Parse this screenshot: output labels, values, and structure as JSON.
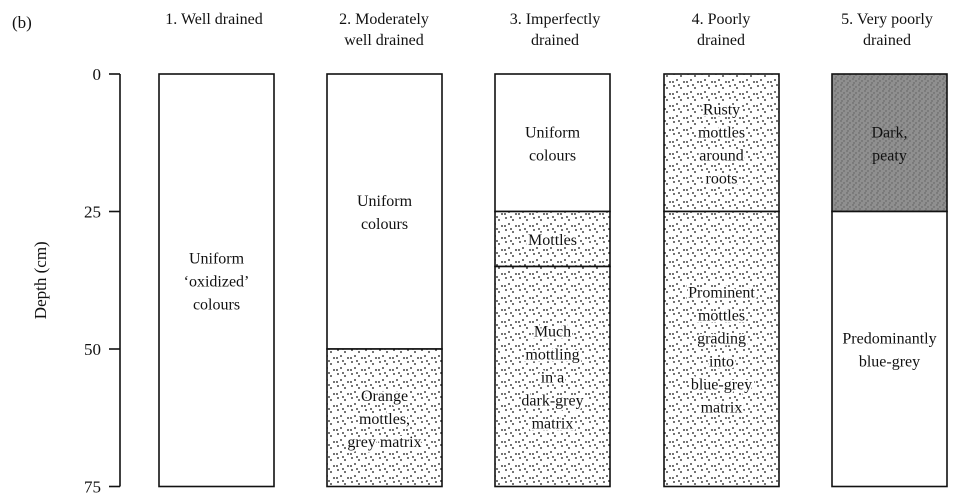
{
  "panel_label": "(b)",
  "axis": {
    "ylabel": "Depth (cm)",
    "ticks": [
      "0",
      "25",
      "50",
      "75"
    ]
  },
  "columns": [
    {
      "heading": [
        "1. Well drained"
      ],
      "layers": [
        {
          "from": 0,
          "to": 75,
          "pattern": "plain",
          "text": [
            "Uniform",
            "‘oxidized’",
            "colours"
          ]
        }
      ]
    },
    {
      "heading": [
        "2. Moderately",
        "well drained"
      ],
      "layers": [
        {
          "from": 0,
          "to": 50,
          "pattern": "plain",
          "text": [
            "Uniform",
            "colours"
          ]
        },
        {
          "from": 50,
          "to": 75,
          "pattern": "dotted",
          "text": [
            "Orange",
            "mottles,",
            "grey matrix"
          ]
        }
      ]
    },
    {
      "heading": [
        "3. Imperfectly",
        "drained"
      ],
      "layers": [
        {
          "from": 0,
          "to": 25,
          "pattern": "plain",
          "text": [
            "Uniform",
            "colours"
          ]
        },
        {
          "from": 25,
          "to": 35,
          "pattern": "dotted",
          "text": [
            "Mottles"
          ]
        },
        {
          "from": 35,
          "to": 75,
          "pattern": "dotted",
          "text": [
            "Much",
            "mottling",
            "in a",
            "dark-grey",
            "matrix"
          ]
        }
      ]
    },
    {
      "heading": [
        "4. Poorly",
        "drained"
      ],
      "layers": [
        {
          "from": 0,
          "to": 25,
          "pattern": "dotted",
          "text": [
            "Rusty",
            "mottles",
            "around",
            "roots"
          ]
        },
        {
          "from": 25,
          "to": 75,
          "pattern": "dotted",
          "text": [
            "Prominent",
            "mottles",
            "grading",
            "into",
            "blue-grey",
            "matrix"
          ]
        }
      ]
    },
    {
      "heading": [
        "5. Very poorly",
        "drained"
      ],
      "layers": [
        {
          "from": 0,
          "to": 25,
          "pattern": "grey",
          "text": [
            "Dark,",
            "peaty"
          ]
        },
        {
          "from": 25,
          "to": 75,
          "pattern": "plain",
          "text": [
            "Predominantly",
            "blue-grey"
          ]
        }
      ]
    }
  ],
  "colors": {
    "line": "#111111",
    "peat": "#8f8f8f",
    "fill": "#ffffff"
  }
}
